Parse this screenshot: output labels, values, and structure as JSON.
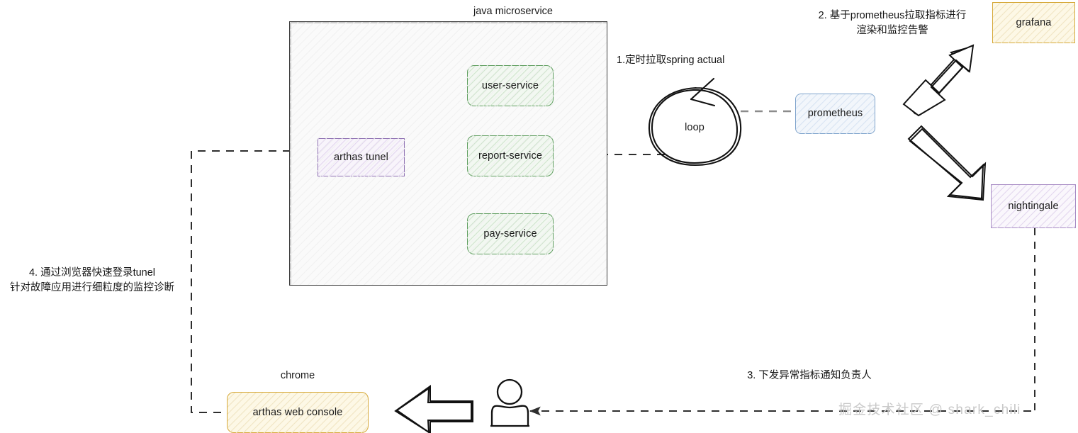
{
  "diagram": {
    "title_group": "java microservice",
    "watermark": "掘金技术社区 @ shark_chili",
    "nodes": {
      "arthas_tunel": "arthas tunel",
      "user_service": "user-service",
      "report_service": "report-service",
      "pay_service": "pay-service",
      "loop": "loop",
      "prometheus": "prometheus",
      "grafana": "grafana",
      "nightingale": "nightingale",
      "arthas_web_console": "arthas web console",
      "chrome_label": "chrome"
    },
    "notes": {
      "step1": "1.定时拉取spring actual",
      "step2": "2. 基于prometheus拉取指标进行\n渲染和监控告警",
      "step3": "3. 下发异常指标通知负责人",
      "step4": "4. 通过浏览器快速登录tunel\n针对故障应用进行细粒度的监控诊断"
    },
    "colors": {
      "green_stroke": "#5f9e5f",
      "green_fill": "#f2f8f1",
      "purple_stroke": "#8d6fb1",
      "purple_fill": "#f8f4fb",
      "blue_stroke": "#7fa4cc",
      "blue_fill": "#f2f6fb",
      "amber_stroke": "#d6a93a",
      "amber_fill": "#fdf8e6",
      "ink": "#1a1a1a",
      "dash": "#3a3a3a",
      "watermark": "#c9c9c9"
    }
  }
}
